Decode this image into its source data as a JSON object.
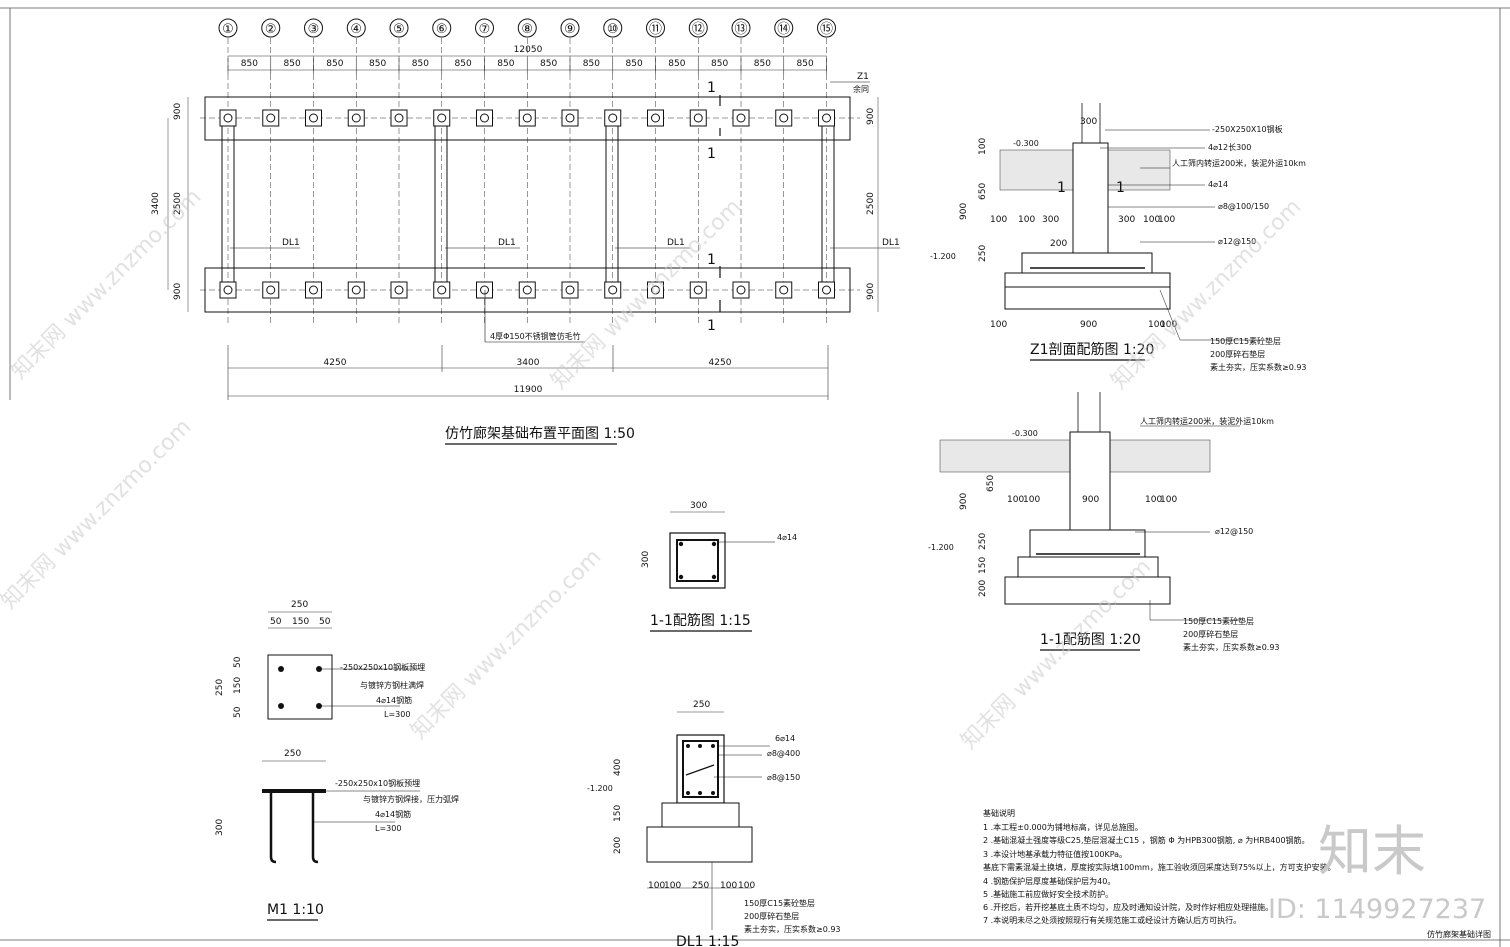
{
  "axis_labels": [
    "①",
    "②",
    "③",
    "④",
    "⑤",
    "⑥",
    "⑦",
    "⑧",
    "⑨",
    "⑩",
    "⑪",
    "⑫",
    "⑬",
    "⑭",
    "⑮"
  ],
  "plan": {
    "top_total": "12050",
    "bay": "850",
    "z1_label": "Z1",
    "z1_note": "余同",
    "left_dims": [
      "900",
      "2500",
      "900"
    ],
    "left_total": "3400",
    "right_dims": [
      "900",
      "2500",
      "900"
    ],
    "beam_label": "DL1",
    "section_mark": "1",
    "pipe_note": "4厚Φ150不锈钢管仿毛竹",
    "bottom_dims": [
      "4250",
      "3400",
      "4250"
    ],
    "bottom_total": "11900",
    "title": "仿竹廊架基础布置平面图 1:50"
  },
  "z1": {
    "top_width": "300",
    "plate_note": "-250X250X10钢板",
    "anchor_note": "4⌀12长300",
    "level": "-0.300",
    "soil_note": "人工筛内转运200米，装泥外运10km",
    "bars_note": "4⌀14",
    "stirrup_note": "⌀8@100/150",
    "base_bar_note": "⌀12@150",
    "level2": "-1.200",
    "left_dims": [
      "100",
      "650",
      "900",
      "250"
    ],
    "row_dims": [
      "100",
      "100",
      "300",
      "300",
      "100",
      "100"
    ],
    "pad_dim": "200",
    "bottom_dims": [
      "100",
      "900",
      "100",
      "100"
    ],
    "layer1": "150厚C15素砼垫层",
    "layer2": "200厚碎石垫层",
    "layer3": "素土夯实，压实系数≥0.93",
    "title": "Z1剖面配筋图 1:20",
    "section_mark": "1"
  },
  "s11_large": {
    "level": "-0.300",
    "soil_note": "人工筛内转运200米，装泥外运10km",
    "left_dims": [
      "650",
      "900",
      "250",
      "150",
      "200"
    ],
    "row_dims": [
      "100",
      "100",
      "900",
      "100",
      "100"
    ],
    "base_bar_note": "⌀12@150",
    "level2": "-1.200",
    "layer1": "150厚C15素砼垫层",
    "layer2": "200厚碎石垫层",
    "layer3": "素土夯实，压实系数≥0.93",
    "title": "1-1配筋图 1:20"
  },
  "s11_small": {
    "width": "300",
    "height": "300",
    "bar_note": "4⌀14",
    "title": "1-1配筋图 1:15"
  },
  "m1": {
    "plan_width": "250",
    "plan_row": [
      "50",
      "150",
      "50"
    ],
    "plan_col": [
      "50",
      "150",
      "50"
    ],
    "plan_height": "250",
    "note1": "-250x250x10钢板预埋",
    "note2": "与镀锌方钢柱满焊",
    "note3": "4⌀14钢筋",
    "note4": "L=300",
    "elev_width": "250",
    "elev_note1": "-250x250x10钢板预埋",
    "elev_note2": "与镀锌方钢焊接，压力弧焊",
    "elev_note3": "4⌀14钢筋",
    "elev_note4": "L=300",
    "elev_height": "300",
    "title": "M1 1:10"
  },
  "dl1": {
    "top_width": "250",
    "bars_top": "6⌀14",
    "stirrup1": "⌀8@400",
    "stirrup2": "⌀8@150",
    "level": "-1.200",
    "left_dims": [
      "400",
      "150",
      "200"
    ],
    "bottom_dims": [
      "100",
      "100",
      "250",
      "100",
      "100"
    ],
    "layer1": "150厚C15素砼垫层",
    "layer2": "200厚碎石垫层",
    "layer3": "素土夯实，压实系数≥0.93",
    "title": "DL1 1:15"
  },
  "notes": {
    "heading": "基础说明",
    "items": [
      "1 .本工程±0.000为铺地标高，详见总施图。",
      "2 .基础混凝土强度等级C25,垫层混凝土C15 ，钢筋 Φ 为HPB300钢筋, ⌀ 为HRB400钢筋。",
      "3 .本设计地基承载力特征值按100KPa。",
      "   基底下需素混凝土换填，厚度按实际填100mm，施工验收须回采度达到75%以上，方可支护安装。",
      "4 .钢筋保护层厚度基础保护层为40。",
      "5 .基础施工前应做好安全技术防护。",
      "6 .开挖后，若开挖基底土质不均匀，应及时通知设计院，及时作好相应处理措施。",
      "7 .本说明未尽之处须按照现行有关规范施工或经设计方确认后方可执行。"
    ]
  },
  "sheet_title": "仿竹廊架基础详图",
  "watermark": {
    "text": "知末网 www.znzmo.com",
    "brand": "知末",
    "id": "ID: 1149927237"
  }
}
